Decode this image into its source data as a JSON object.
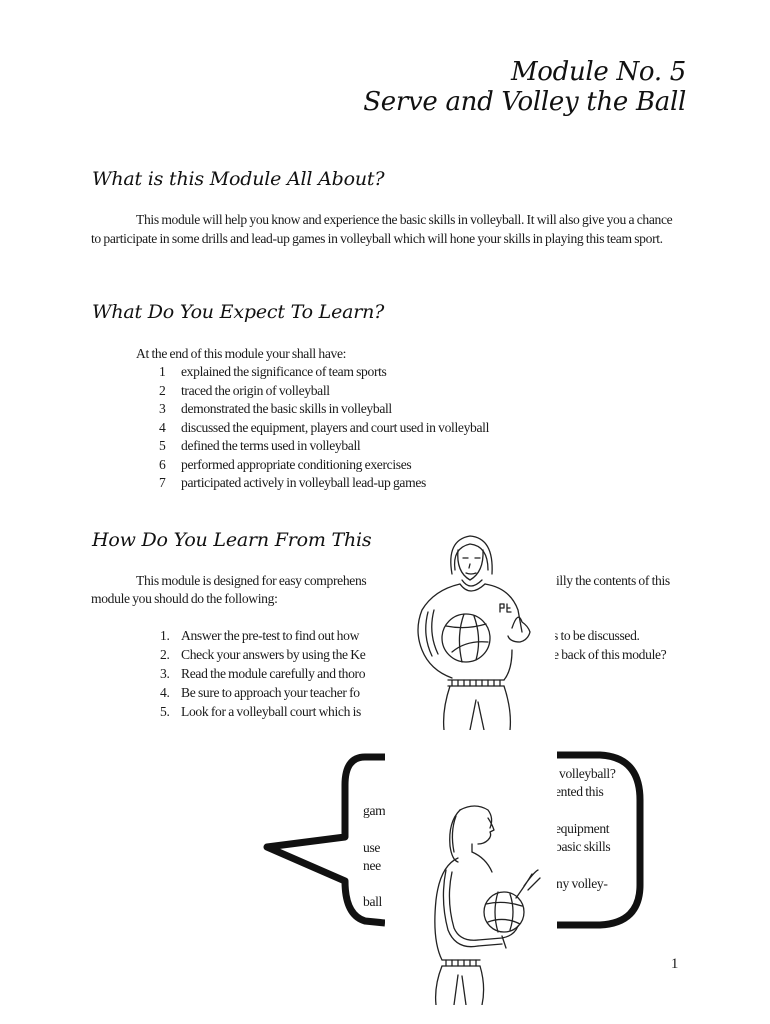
{
  "header": {
    "module_number": "Module No. 5",
    "module_title": "Serve and Volley the Ball"
  },
  "section_about": {
    "heading": "What is this Module All About?",
    "paragraph": "This module will help you know and experience the basic skills in volleyball. It will also give you a chance to participate in some drills and lead-up games in volleyball which will hone your skills in playing this team sport."
  },
  "section_expect": {
    "heading": "What Do You Expect To Learn?",
    "intro": "At the end of this module your shall have:",
    "objectives": [
      {
        "num": "1",
        "text": "explained the significance of team sports"
      },
      {
        "num": "2",
        "text": "traced the origin of volleyball"
      },
      {
        "num": "3",
        "text": "demonstrated the basic skills in volleyball"
      },
      {
        "num": "4",
        "text": "discussed the equipment, players and court used in volleyball"
      },
      {
        "num": "5",
        "text": "defined the terms used in volleyball"
      },
      {
        "num": "6",
        "text": "performed appropriate conditioning exercises"
      },
      {
        "num": "7",
        "text": "participated actively in volleyball lead-up games"
      }
    ]
  },
  "section_how": {
    "heading": "How Do You Learn From This",
    "intro_left": "This module is designed for easy comprehens",
    "intro_right": "illy the contents of this",
    "intro_line2": "module you should do the following:",
    "steps": [
      {
        "num": "1.",
        "left": "Answer the pre-test to find out how",
        "right": "s to be discussed."
      },
      {
        "num": "2.",
        "left": "Check your answers by using the Ke",
        "right": "e back of this module?"
      },
      {
        "num": "3.",
        "left": "Read the module carefully and thoro",
        "right": ""
      },
      {
        "num": "4.",
        "left": "Be sure to approach your teacher fo",
        "right": ""
      },
      {
        "num": "5.",
        "left": "Look for a volleyball court which is",
        "right": ""
      }
    ]
  },
  "speech_bubble": {
    "left_fragments": [
      "gam",
      "use",
      "nee",
      "ball"
    ],
    "right_fragments": [
      "volleyball?",
      "ented this",
      "equipment",
      "basic skills",
      "ny volley-"
    ]
  },
  "illustrations": {
    "figure_1": "volleyball-player-holding-ball-front-view",
    "figure_2": "volleyball-player-holding-ball-side-view"
  },
  "footer": {
    "page_number": "1"
  }
}
